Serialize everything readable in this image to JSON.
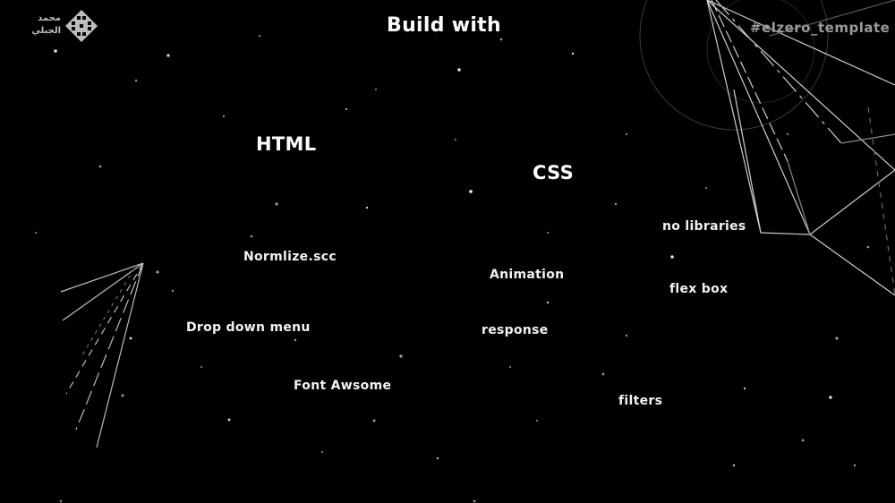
{
  "heading": "Build with",
  "hashtag": "#elzero_template",
  "logo": {
    "line1": "محمد",
    "line2": "الجبلي"
  },
  "sections": {
    "html": {
      "title": "HTML",
      "items": [
        "Normlize.scc",
        "Drop down menu",
        "Font Awsome"
      ]
    },
    "css": {
      "title": "CSS",
      "items": [
        "Animation",
        "response",
        "filters",
        "no libraries",
        "flex box"
      ]
    }
  },
  "colors": {
    "background": "#000000",
    "text": "#f2f2f2",
    "hashtag": "#9a9a9a",
    "decoration": "#cfcfcf"
  }
}
